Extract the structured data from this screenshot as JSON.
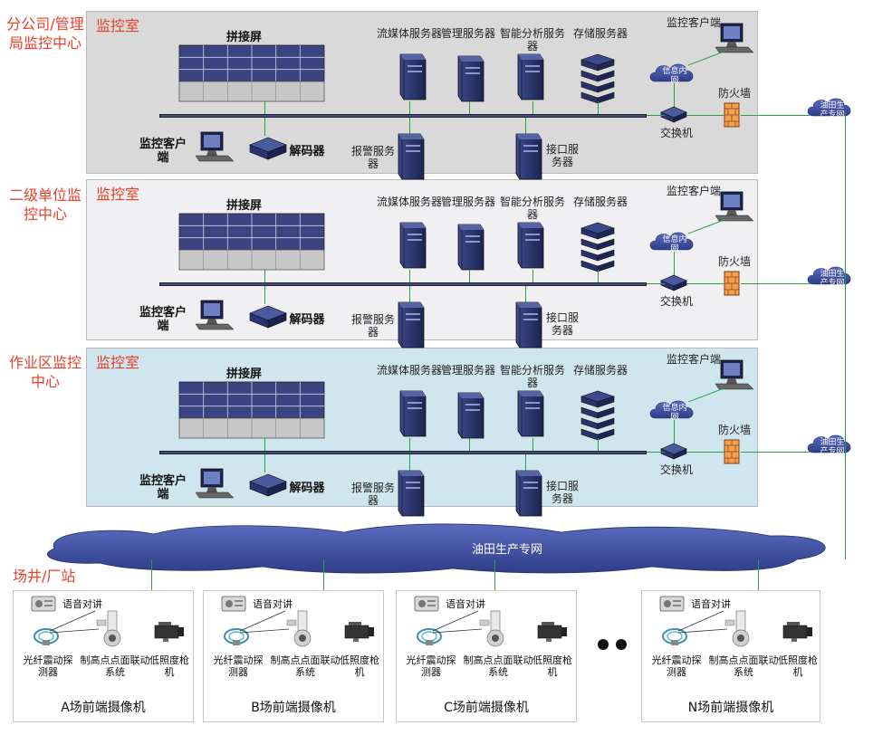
{
  "levels": [
    {
      "side_label": "分公司/管理局监控中心",
      "room_title": "监控室",
      "splice_screen": "拼接屏",
      "servers": [
        "流媒体服务器",
        "管理服务器",
        "智能分析服务器",
        "存储服务器"
      ],
      "client_top": "监控客户端",
      "cloud_label": "信息内网",
      "firewall": "防火墙",
      "switch": "交换机",
      "client_bottom": "监控客户端",
      "decoder": "解码器",
      "alarm_server": "报警服务器",
      "interface_server": "接口服务器",
      "net_cloud": "油田生产专网",
      "bg": "#d9d9d9"
    },
    {
      "side_label": "二级单位监控中心",
      "room_title": "监控室",
      "splice_screen": "拼接屏",
      "servers": [
        "流媒体服务器",
        "管理服务器",
        "智能分析服务器",
        "存储服务器"
      ],
      "client_top": "监控客户端",
      "cloud_label": "信息内网",
      "firewall": "防火墙",
      "switch": "交换机",
      "client_bottom": "监控客户端",
      "decoder": "解码器",
      "alarm_server": "报警服务器",
      "interface_server": "接口服务器",
      "net_cloud": "油田生产专网",
      "bg": "#f0eff2"
    },
    {
      "side_label": "作业区监控中心",
      "room_title": "监控室",
      "splice_screen": "拼接屏",
      "servers": [
        "流媒体服务器",
        "管理服务器",
        "智能分析服务器",
        "存储服务器"
      ],
      "client_top": "监控客户端",
      "cloud_label": "信息内网",
      "firewall": "防火墙",
      "switch": "交换机",
      "client_bottom": "监控客户端",
      "decoder": "解码器",
      "alarm_server": "报警服务器",
      "interface_server": "接口服务器",
      "net_cloud": "油田生产专网",
      "bg": "#cfe6ee"
    }
  ],
  "main_cloud": "油田生产专网",
  "site_section_label": "场井/厂站",
  "sites": [
    {
      "title": "A场前端摄像机",
      "intercom": "语音对讲",
      "devices": [
        "光纤震动探测器",
        "制高点点面联动系统",
        "低照度枪机"
      ]
    },
    {
      "title": "B场前端摄像机",
      "intercom": "语音对讲",
      "devices": [
        "光纤震动探测器",
        "制高点点面联动系统",
        "低照度枪机"
      ]
    },
    {
      "title": "C场前端摄像机",
      "intercom": "语音对讲",
      "devices": [
        "光纤震动探测器",
        "制高点点面联动系统",
        "低照度枪机"
      ]
    },
    {
      "title": "N场前端摄像机",
      "intercom": "语音对讲",
      "devices": [
        "光纤震动探测器",
        "制高点点面联动系统",
        "低照度枪机"
      ]
    }
  ],
  "colors": {
    "accent_red": "#e8402a",
    "line_green": "#2aa046",
    "bus_blue": "#3c4f8a",
    "cloud_blue": "#3a4fa0"
  }
}
